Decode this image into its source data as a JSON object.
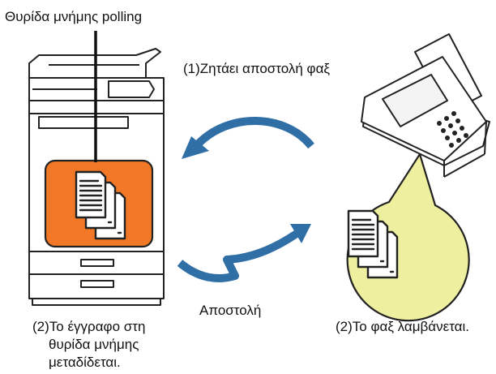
{
  "labels": {
    "polling_memory_box": "Θυρίδα μνήμης polling",
    "step1_request": "(1)Ζητάει αποστολή φαξ",
    "send": "Αποστολή",
    "step2_left_line1": "(2)Το έγγραφο στη",
    "step2_left_line2": "θυρίδα μνήμης",
    "step2_left_line3": "μεταδίδεται.",
    "step2_right": "(2)Το φαξ λαμβάνεται."
  },
  "colors": {
    "memory_box": "#f07826",
    "received_bubble": "#eef0a0",
    "arrow": "#2f6fa6",
    "outline": "#222222"
  },
  "icons": {
    "copier": "multifunction-printer-icon",
    "fax": "fax-machine-icon",
    "documents": "document-stack-icon"
  }
}
